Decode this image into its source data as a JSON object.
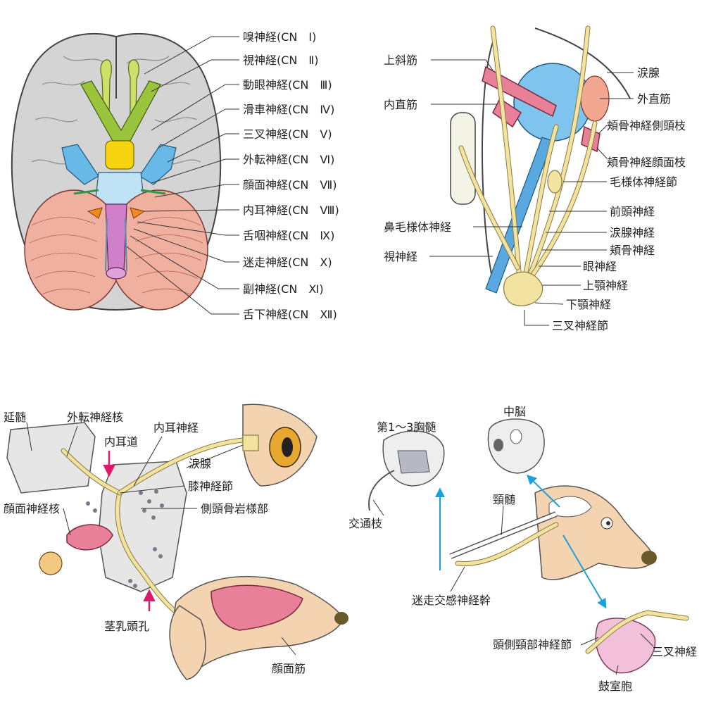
{
  "panel_cranial": {
    "labels": [
      "嗅神経(CN　Ⅰ)",
      "視神経(CN　Ⅱ)",
      "動眼神経(CN　Ⅲ)",
      "滑車神経(CN　Ⅳ)",
      "三叉神経(CN　Ⅴ)",
      "外転神経(CN　Ⅵ)",
      "顔面神経(CN　Ⅶ)",
      "内耳神経(CN　Ⅷ)",
      "舌咽神経(CN　Ⅸ)",
      "迷走神経(CN　Ⅹ)",
      "副神経(CN　Ⅺ)",
      "舌下神経(CN　Ⅻ)"
    ]
  },
  "panel_orbit": {
    "left_labels": [
      "上斜筋",
      "内直筋",
      "鼻毛様体神経",
      "視神経"
    ],
    "right_labels": [
      "涙腺",
      "外直筋",
      "頬骨神経側頭枝",
      "頬骨神経顔面枝",
      "毛様体神経節",
      "前頭神経",
      "涙腺神経",
      "頬骨神経",
      "眼神経",
      "上顎神経",
      "下顎神経",
      "三叉神経節"
    ]
  },
  "panel_facial": {
    "labels": {
      "medulla": "延髄",
      "abducens_nucleus": "外転神経核",
      "vestibulocochlear": "内耳神経",
      "internal_meatus": "内耳道",
      "lacrimal": "涙腺",
      "geniculate": "膝神経節",
      "petrous": "側頭骨岩様部",
      "facial_nucleus": "顔面神経核",
      "stylomastoid": "茎乳頭孔",
      "facial_muscles": "顔面筋"
    }
  },
  "panel_sympathetic": {
    "labels": {
      "thoracic": "第1〜3胸髄",
      "midbrain": "中脳",
      "ramus": "交通枝",
      "cervical_cord": "頸髄",
      "vagosympathetic": "迷走交感神経幹",
      "cranial_cervical_ganglion": "頭側頸部神経節",
      "trigeminal": "三叉神経",
      "tympanic_bulla": "鼓室胞"
    }
  }
}
